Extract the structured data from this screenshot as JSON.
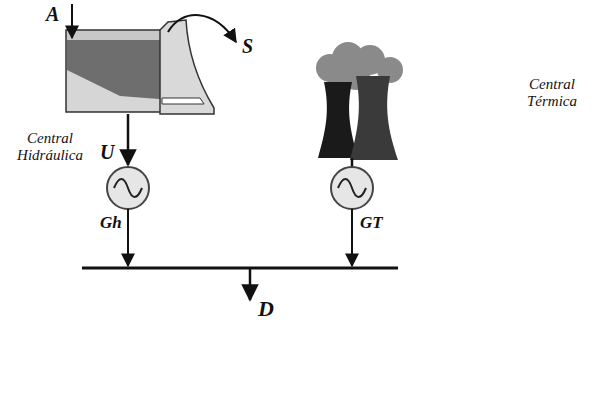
{
  "diagram": {
    "nodes": [
      {
        "text": [
          "Central Hidráulica"
        ]
      },
      {
        "text": [
          "Central Térmica"
        ]
      }
    ],
    "labels": [
      "A",
      "S",
      "U",
      "Gh",
      "GT",
      "D"
    ]
  }
}
